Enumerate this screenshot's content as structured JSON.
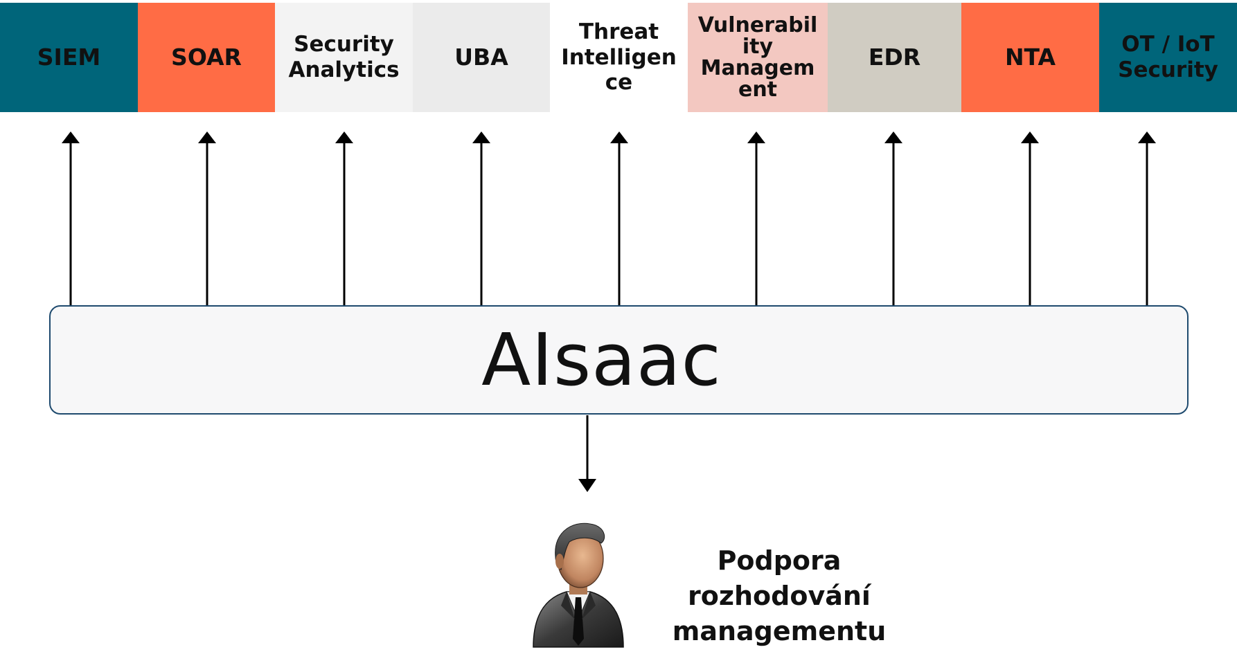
{
  "components": [
    {
      "label_lines": [
        "SIEM"
      ],
      "bg": "#00657a"
    },
    {
      "label_lines": [
        "SOAR"
      ],
      "bg": "#ff6c45"
    },
    {
      "label_lines": [
        "Security",
        "Analytics"
      ],
      "bg": "#f3f3f3"
    },
    {
      "label_lines": [
        "UBA"
      ],
      "bg": "#ebebeb"
    },
    {
      "label_lines": [
        "Threat",
        "Intelligen",
        "ce"
      ],
      "bg": "#ffffff"
    },
    {
      "label_lines": [
        "Vulnerabil",
        "ity",
        "Managem",
        "ent"
      ],
      "bg": "#f3c8c1"
    },
    {
      "label_lines": [
        "EDR"
      ],
      "bg": "#d0ccc2"
    },
    {
      "label_lines": [
        "NTA"
      ],
      "bg": "#ff6c45"
    },
    {
      "label_lines": [
        "OT / IoT",
        "Security"
      ],
      "bg": "#00657a"
    }
  ],
  "center": {
    "label": "AIsaac",
    "bg": "#f7f7f8",
    "border": "#1e4a6e"
  },
  "output": {
    "icon": "businessman-icon",
    "caption_lines": [
      "Podpora",
      "rozhodování",
      "managementu"
    ]
  },
  "arrow_color": "#000000"
}
